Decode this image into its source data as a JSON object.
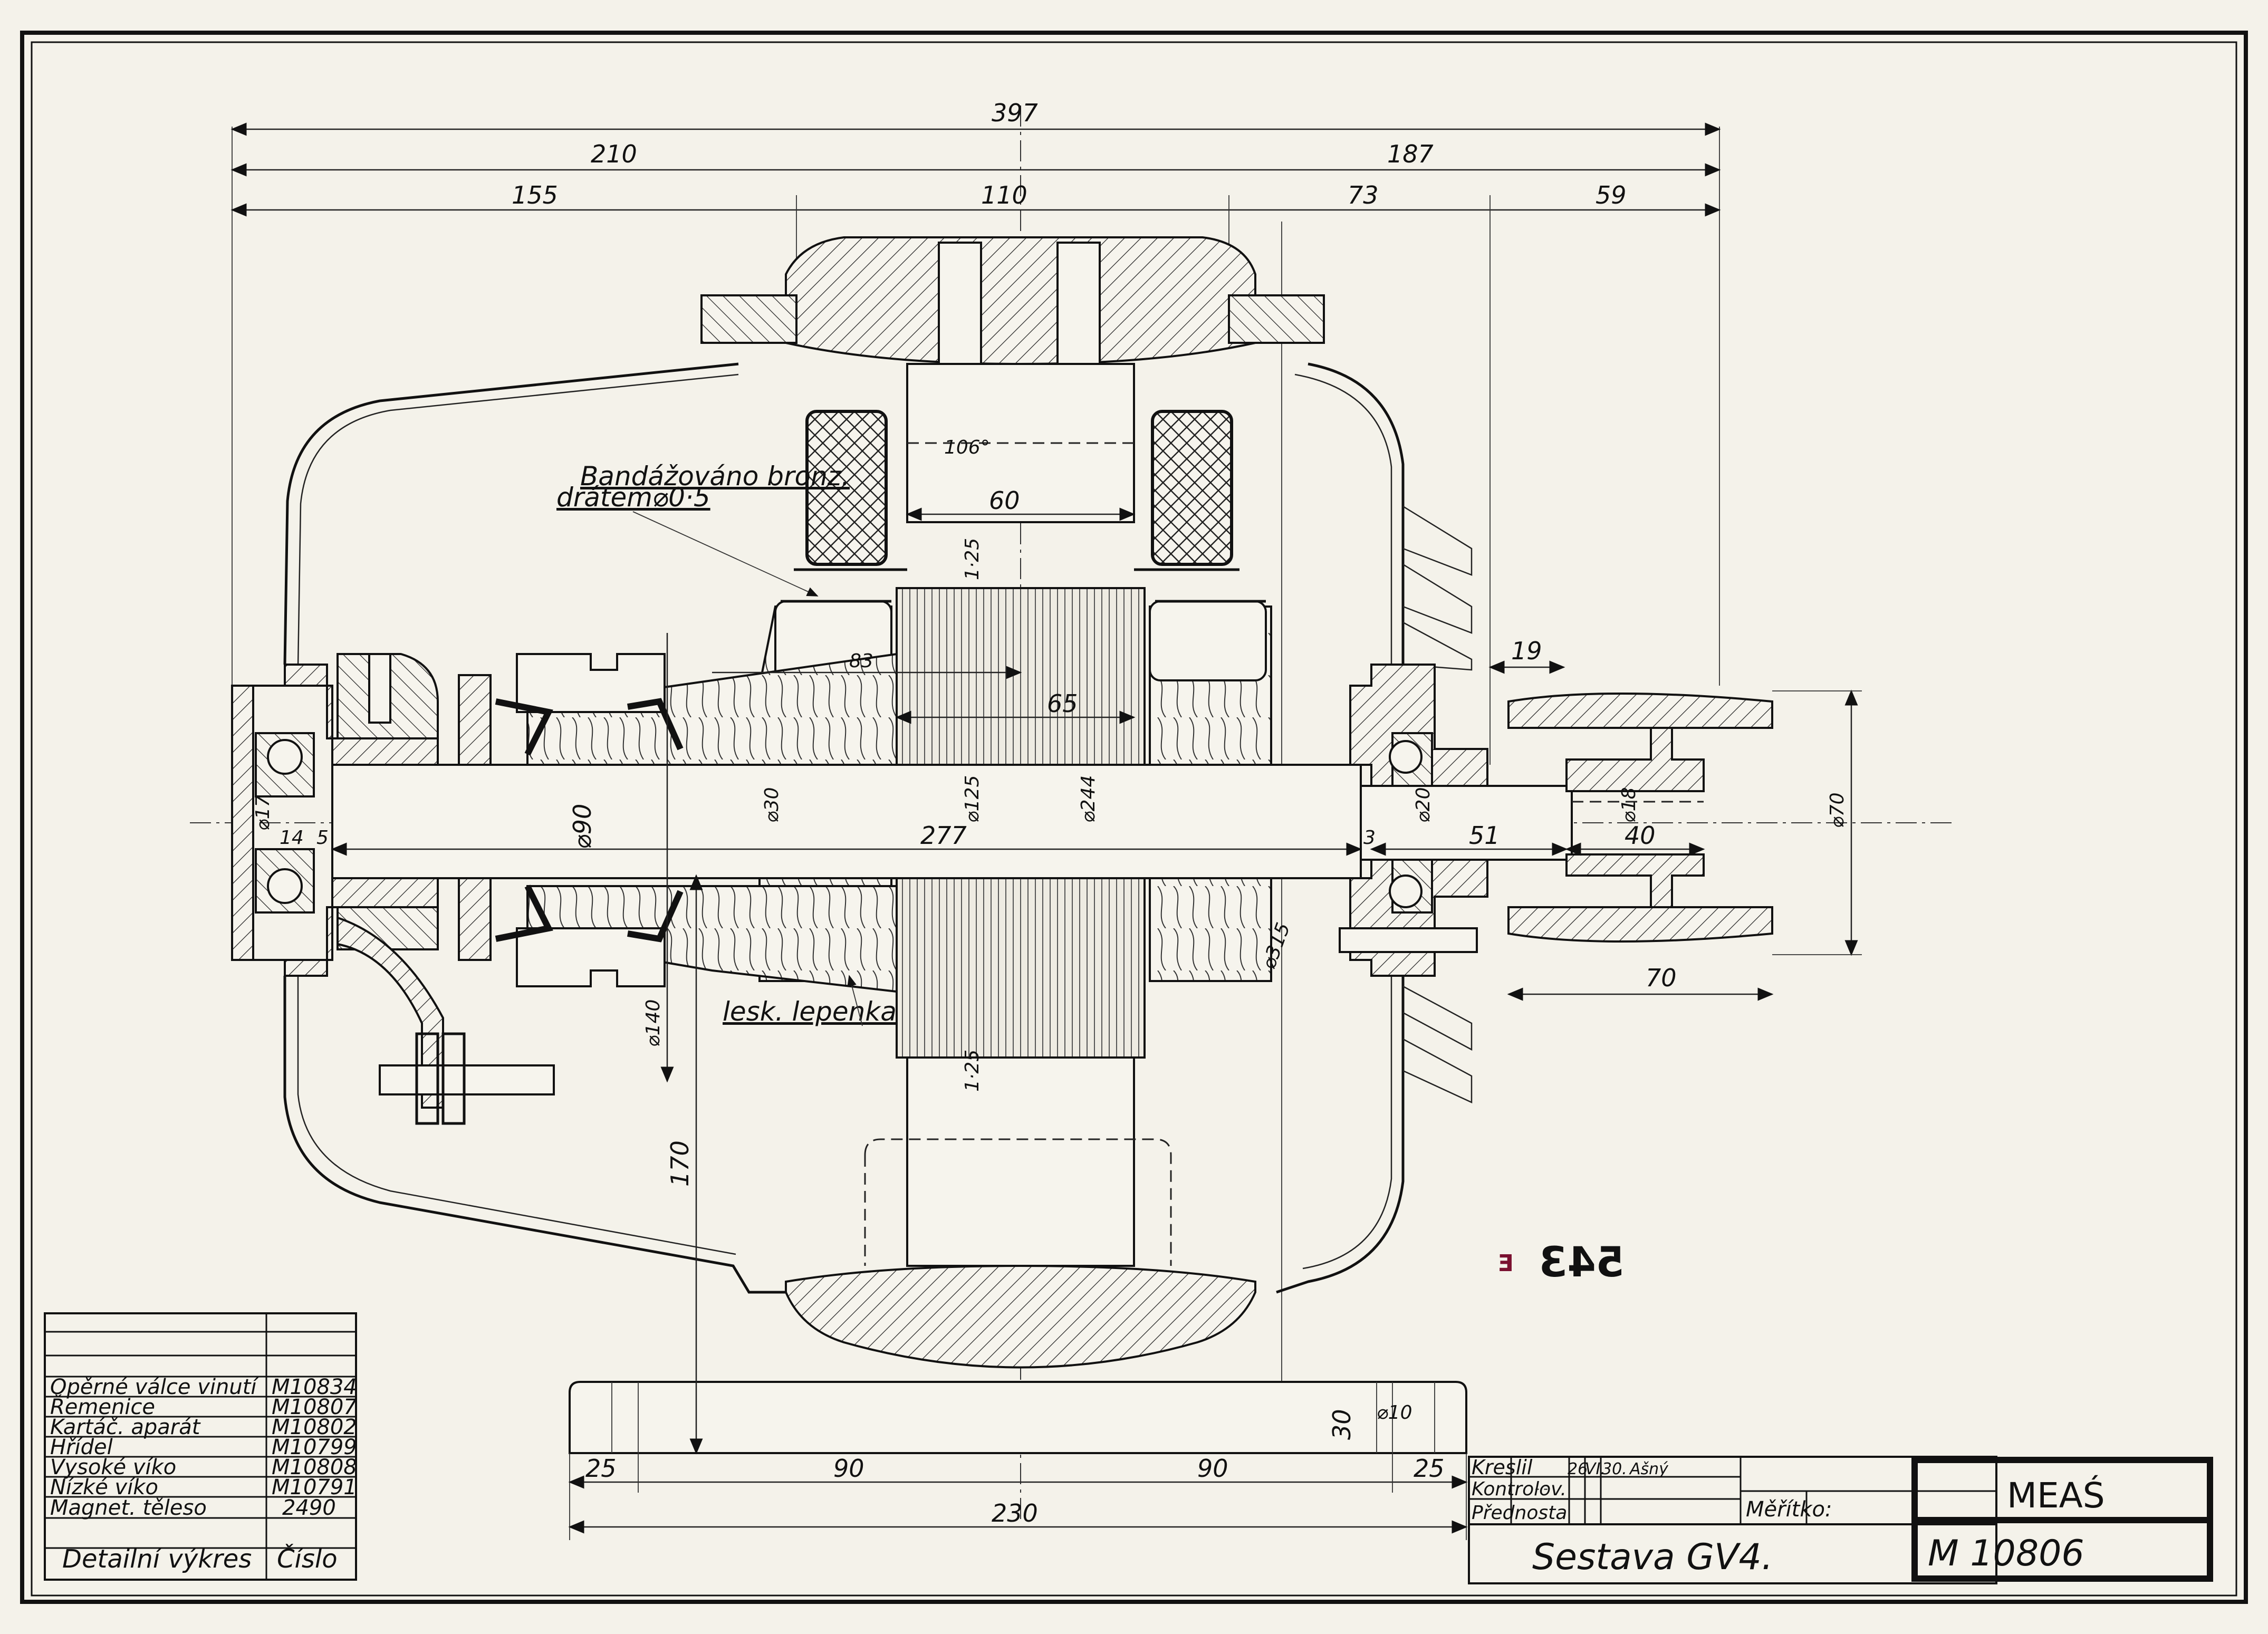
{
  "drawing": {
    "title": "Sestava GV4.",
    "company": "MEAŚ",
    "drawing_number": "M 10806",
    "stamp_number": "543",
    "stamp_prefix": "E",
    "notes": {
      "banding_line1": "Bandážováno bronz.",
      "banding_line2": "drátem⌀0·5",
      "pressboard": "lesk. lepenka"
    }
  },
  "dimensions": {
    "overall_length": "397",
    "left_part": "210",
    "right_part": "187",
    "seg_155": "155",
    "seg_110": "110",
    "seg_73": "73",
    "seg_59": "59",
    "angle": "106°",
    "pole_width": "60",
    "gap_top": "1·25",
    "gap_bottom": "1·25",
    "core_83": "83",
    "core_65": "65",
    "bearing_dia_left": "⌀17",
    "d_14": "14",
    "d_5": "5",
    "dia_90": "⌀90",
    "dia_30": "⌀30",
    "dia_125": "⌀125",
    "dia_244": "⌀244",
    "shaft_277": "277",
    "d_3": "3",
    "dia_20": "⌀20",
    "d_51": "51",
    "d_40": "40",
    "dia_18": "⌀18",
    "dia_70": "⌀70",
    "pulley_width": "70",
    "gap_19": "19",
    "dia_315": "⌀315",
    "dia_140": "⌀140",
    "height_170": "170",
    "foot_30": "30",
    "hole_10": "⌀10",
    "base_25_left": "25",
    "base_90_left": "90",
    "base_90_right": "90",
    "base_25_right": "25",
    "base_230": "230"
  },
  "parts_list": {
    "header_col1": "Detailní výkres",
    "header_col2": "Číslo",
    "rows": [
      {
        "name": "Opěrné válce vinutí",
        "number": "M10834"
      },
      {
        "name": "Řemenice",
        "number": "M10807"
      },
      {
        "name": "Kartáč. aparát",
        "number": "M10802"
      },
      {
        "name": "Hřídel",
        "number": "M10799"
      },
      {
        "name": "Vysoké víko",
        "number": "M10808"
      },
      {
        "name": "Nízké víko",
        "number": "M10791"
      },
      {
        "name": "Magnet. těleso",
        "number": "2490"
      }
    ]
  },
  "title_block": {
    "drawn_label": "Kreslil",
    "drawn_date_day": "26.",
    "drawn_date_month": "VI.",
    "drawn_date_year": "30.",
    "drawn_signature": "Ašný",
    "checked_label": "Kontrolov.",
    "checked_value": "-  -",
    "head_label": "Přednosta",
    "scale_label": "Měřítko:",
    "scale_value": ""
  },
  "colors": {
    "paper": "#f4f2ea",
    "ink": "#111111",
    "stamp_red": "#7a1030"
  }
}
